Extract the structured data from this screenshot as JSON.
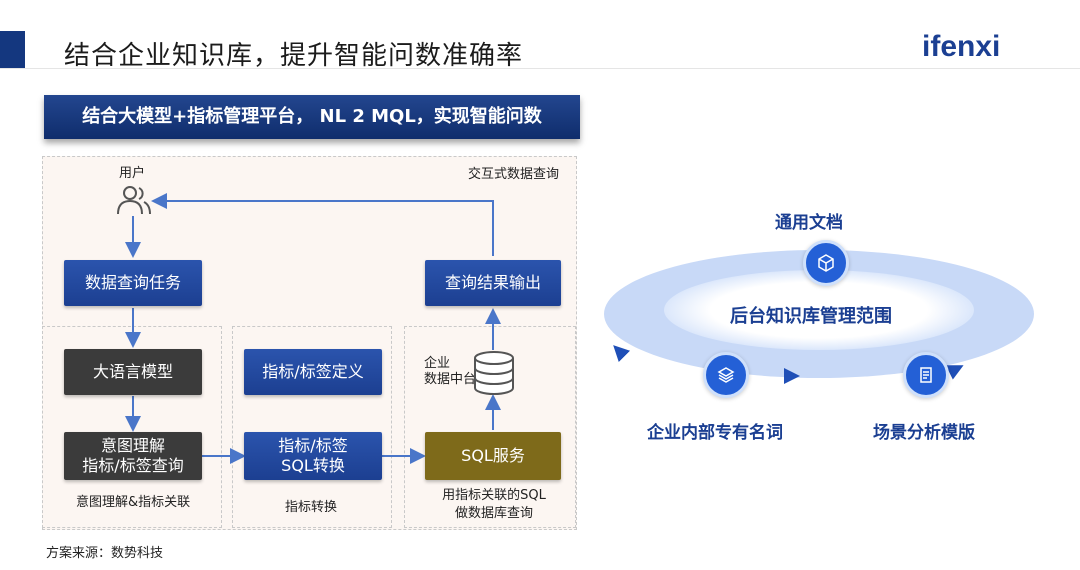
{
  "header": {
    "title": "结合企业知识库，提升智能问数准确率",
    "logo": "ifenxi"
  },
  "banner": "结合大模型+指标管理平台， NL 2 MQL，实现智能问数",
  "flow": {
    "user_label": "用户",
    "interactive_label": "交互式数据查询",
    "query_task": "数据查询任务",
    "result_output": "查询结果输出",
    "llm": "大语言模型",
    "intent_line1": "意图理解",
    "intent_line2": "指标/标签查询",
    "intent_caption": "意图理解&指标关联",
    "metric_def": "指标/标签定义",
    "metric_sql_line1": "指标/标签",
    "metric_sql_line2": "SQL转换",
    "metric_caption": "指标转换",
    "db_label_line1": "企业",
    "db_label_line2": "数据中台",
    "sql_service": "SQL服务",
    "sql_caption_line1": "用指标关联的SQL",
    "sql_caption_line2": "做数据库查询"
  },
  "source": "方案来源：数势科技",
  "ring": {
    "center": "后台知识库管理范围",
    "doc": "通用文档",
    "terms": "企业内部专有名词",
    "scenario": "场景分析模版"
  },
  "colors": {
    "brand": "#1b3f92",
    "box_blue": "#2450a8",
    "box_dark": "#3b3b3b",
    "box_gold": "#7e6a1a",
    "ring": "#c7d8f8"
  },
  "icons": [
    "user-icon",
    "database-icon",
    "cube-icon",
    "layers-icon",
    "document-icon"
  ]
}
